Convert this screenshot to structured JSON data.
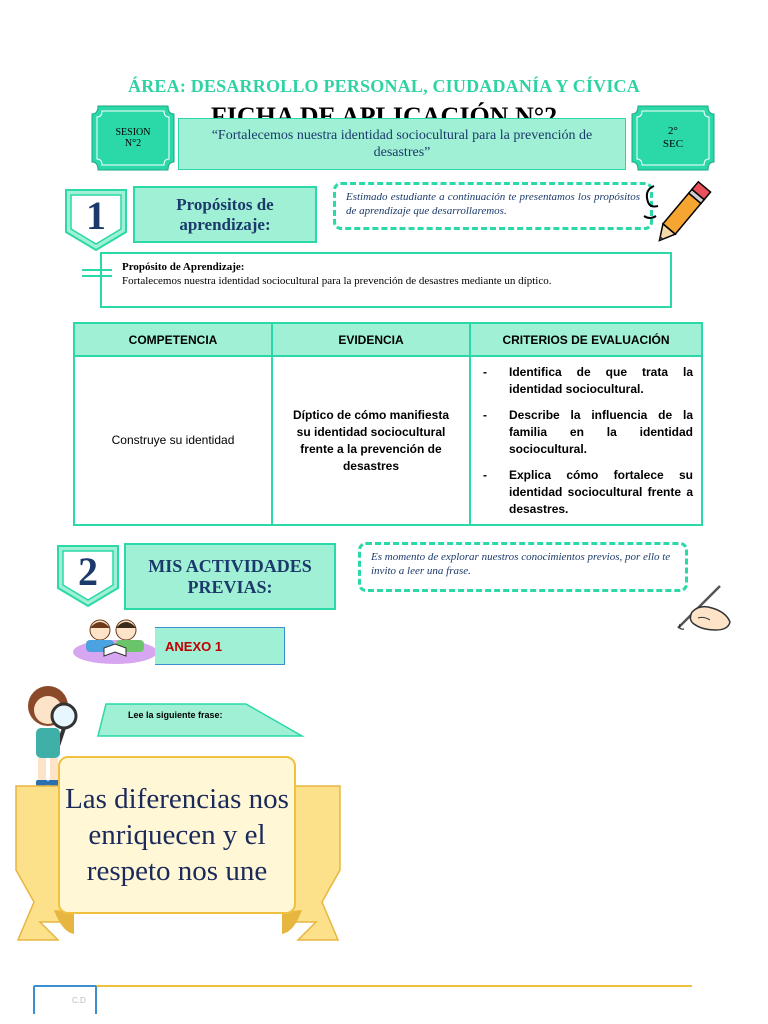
{
  "header": {
    "area": "ÁREA: DESARROLLO PERSONAL, CIUDADANÍA Y CÍVICA",
    "ficha": "FICHA DE APLICACIÓN N°2"
  },
  "session": {
    "left_badge_line1": "SESION",
    "left_badge_line2": "N°2",
    "title": "“Fortalecemos nuestra identidad sociocultural para la prevención de desastres”",
    "right_badge_line1": "2°",
    "right_badge_line2": "SEC"
  },
  "section1": {
    "number": "1",
    "title": "Propósitos de aprendizaje:",
    "note": "Estimado estudiante a continuación te presentamos los propósitos de aprendizaje que desarrollaremos."
  },
  "purpose": {
    "label": "Propósito de Aprendizaje:",
    "text": "Fortalecemos nuestra identidad sociocultural para la prevención de desastres mediante un díptico."
  },
  "table": {
    "headers": [
      "COMPETENCIA",
      "EVIDENCIA",
      "CRITERIOS DE EVALUACIÓN"
    ],
    "competencia": "Construye su identidad",
    "evidencia": "Díptico de cómo manifiesta su identidad sociocultural frente a la prevención de desastres",
    "criterios": [
      "Identifica de que trata la identidad sociocultural.",
      "Describe la influencia de la familia en la identidad sociocultural.",
      "Explica cómo fortalece su identidad sociocultural frente a desastres."
    ],
    "dash": "-"
  },
  "section2": {
    "number": "2",
    "title": "MIS ACTIVIDADES PREVIAS:",
    "note": "Es momento de explorar nuestros conocimientos previos, por ello te invito a leer una frase."
  },
  "anexo": {
    "label": "ANEXO 1"
  },
  "lee": {
    "label": "Lee la siguiente frase:"
  },
  "quote": {
    "text": "Las diferencias nos enriquecen y el respeto nos une"
  },
  "footer": {
    "text": "C.D"
  },
  "colors": {
    "mint": "#9ff0d4",
    "teal": "#2ad8a8",
    "navy": "#1b3a6b",
    "gold": "#f0c040",
    "anexo_red": "#c00000"
  }
}
